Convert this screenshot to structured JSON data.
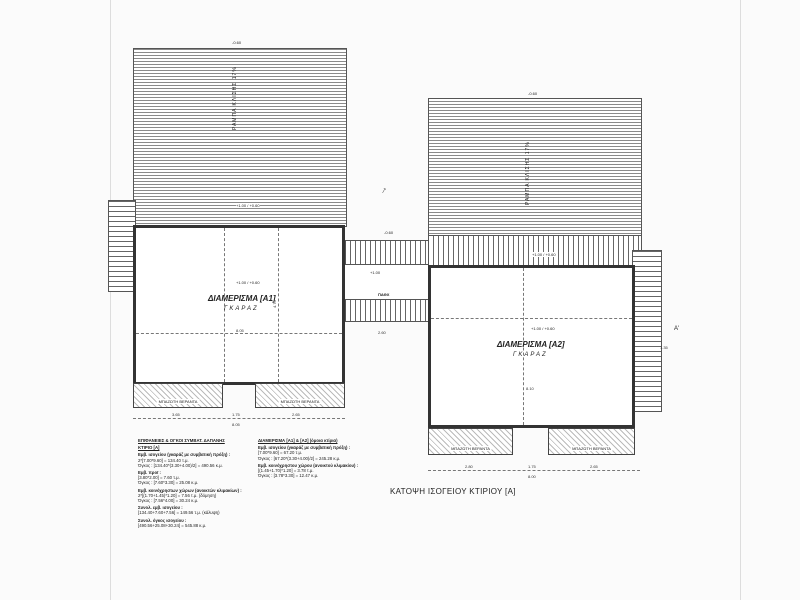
{
  "drawing_title": "ΚΑΤΟΨΗ ΙΣΟΓΕΙΟΥ ΚΤΙΡΙΟΥ [Α]",
  "building_a1": {
    "ramp_label": "ΡΑΜΠΑ ΚΛΙΣΗΣ 17%",
    "ramp_level": "-0.60",
    "ramp_bottom_level": "+1.00 / +0.60",
    "room_title": "ΔΙΑΜΕΡΙΣΜΑ [Α1]",
    "room_sub": "ΓΚΑΡΑΖ",
    "room_level": "+1.00 / +0.60",
    "verandas": [
      "ΜΠΑΖΩΤΗ ΒΕΡΑΝΤΑ",
      "ΜΠΑΖΩΤΗ ΒΕΡΑΝΤΑ"
    ],
    "dims": [
      "3.65",
      "1.75",
      "2.65",
      "8.05",
      "8.05",
      "4.70"
    ]
  },
  "connector": {
    "level_top": "-0.60",
    "level_mid": "+1.00",
    "label": "ΠΑΘΧ",
    "dim": "2.60"
  },
  "building_a2": {
    "ramp_label": "ΡΑΜΠΑ ΚΛΙΣΗΣ 17%",
    "ramp_level": "-0.60",
    "ramp_bottom_level": "+1.00 / +0.60",
    "room_title": "ΔΙΑΜΕΡΙΣΜΑ [Α2]",
    "room_sub": "ΓΚΑΡΑΖ",
    "room_level": "+1.00 / +0.60",
    "verandas": [
      "ΜΠΑΖΩΤΗ ΒΕΡΑΝΤΑ",
      "ΜΠΑΖΩΤΗ ΒΕΡΑΝΤΑ"
    ],
    "dims": [
      "2.80",
      "1.75",
      "2.65",
      "8.00",
      "8.10",
      "1.35"
    ],
    "section_mark": "Α'"
  },
  "notes_left": {
    "heading": "ΕΠΙΦΑΝΕΙΕΣ & ΟΓΚΟΙ ΣΥΜΒΑΤ. ΔΑΠΑΝΗΣ",
    "building": "ΚΤΙΡΙΟ [Α]",
    "lines": [
      {
        "b": "Εμβ. ισογείου (γκαράζ με συμβατική πρόξη) :",
        "t": "2*[7.00*9.60] = 134.40 τ.μ."
      },
      {
        "b": "",
        "t": "Όγκος : [134.40*(3.30+4.00)/2] = 490.56 κ.μ."
      },
      {
        "b": "Εμβ. προϊ :",
        "t": "[3.80*2.00] = 7.60 τ.μ."
      },
      {
        "b": "",
        "t": "Όγκος : [7.60*3.30] = 25.08 κ.μ."
      },
      {
        "b": "Εμβ. κοινόχρηστων χώρων (ανοικτών κλιμακίων) :",
        "t": "2*[(1.70+1.45)*1.20] = 7.56 τ.μ. (δόμηση)"
      },
      {
        "b": "",
        "t": "Όγκος : [7.56*4.00] = 30.24 κ.μ."
      },
      {
        "b": "Συνολ. εμβ. ισογείου :",
        "t": "[134.40+7.60+7.56] = 149.56 τ.μ. (κάλυψη)"
      },
      {
        "b": "Συνολ. όγκος ισογείου :",
        "t": "[490.56+25.08+30.24] = 545.88 κ.μ."
      }
    ]
  },
  "notes_mid": {
    "heading": "ΔΙΑΜΕΡΙΣΜΑ [Α1] & [Α2] (όμοια κτίρια)",
    "lines": [
      {
        "b": "Εμβ. ισογείου (γκαράζ με συμβατική πρόξη) :",
        "t": "[7.00*9.60] = 67.20 τ.μ."
      },
      {
        "b": "",
        "t": "Όγκος : [67.20*(3.30+4.00)/2] = 245.28 κ.μ."
      },
      {
        "b": "Εμβ. κοινόχρηστου χώρου (ανοικτού κλιμακίου) :",
        "t": "[(1.45+1.70)*1.20] = 3.78 τ.μ."
      },
      {
        "b": "",
        "t": "Όγκος : [3.78*3.30] = 12.47 κ.μ."
      }
    ]
  }
}
